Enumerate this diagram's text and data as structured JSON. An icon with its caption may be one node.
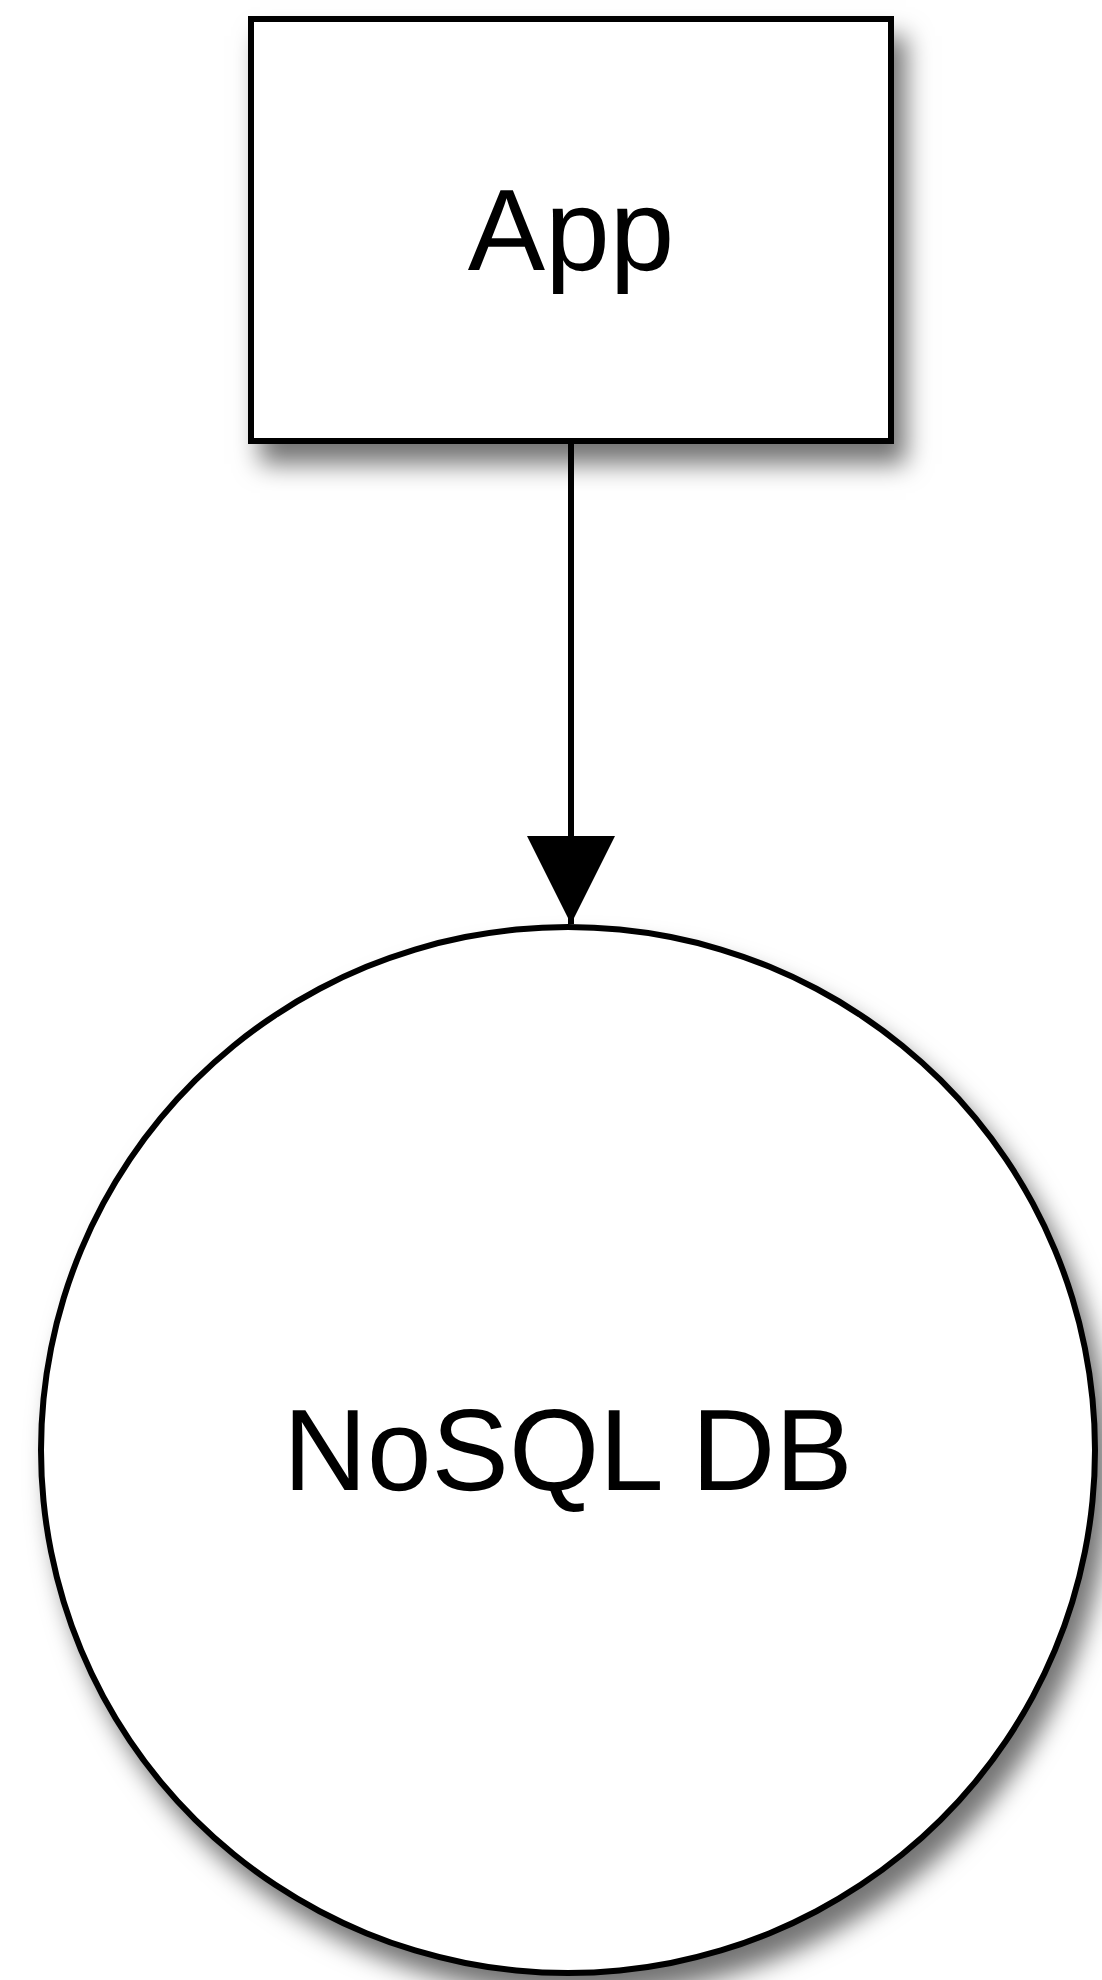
{
  "diagram": {
    "nodes": [
      {
        "text": [
          "App"
        ]
      },
      {
        "text": [
          "NoSQL DB"
        ]
      }
    ],
    "edges": [
      {
        "from": 0,
        "to": 1,
        "arrow": "to"
      }
    ]
  }
}
